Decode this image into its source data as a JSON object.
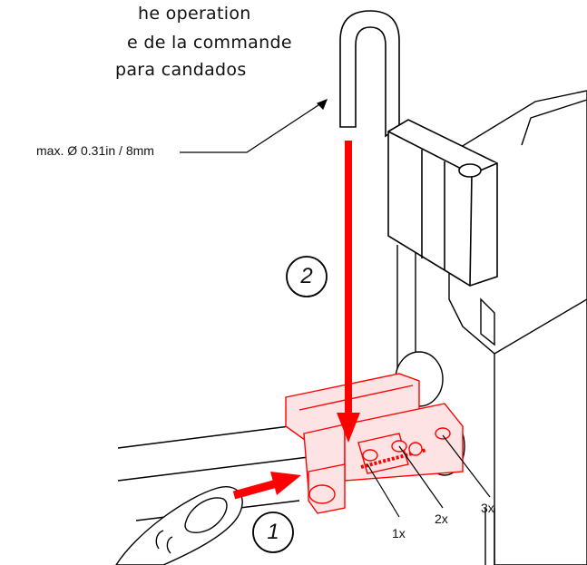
{
  "caption": {
    "line1": "he operation",
    "line2": "e de la commande",
    "line3": "para candados"
  },
  "callout_shackle": "max. Ø 0.31in / 8mm",
  "steps": {
    "step1": "1",
    "step2": "2"
  },
  "counts": {
    "c1": "1x",
    "c2": "2x",
    "c3": "3x"
  },
  "colors": {
    "accent": "#ff0000",
    "line": "#000000",
    "part_fill": "#fde3e3"
  }
}
